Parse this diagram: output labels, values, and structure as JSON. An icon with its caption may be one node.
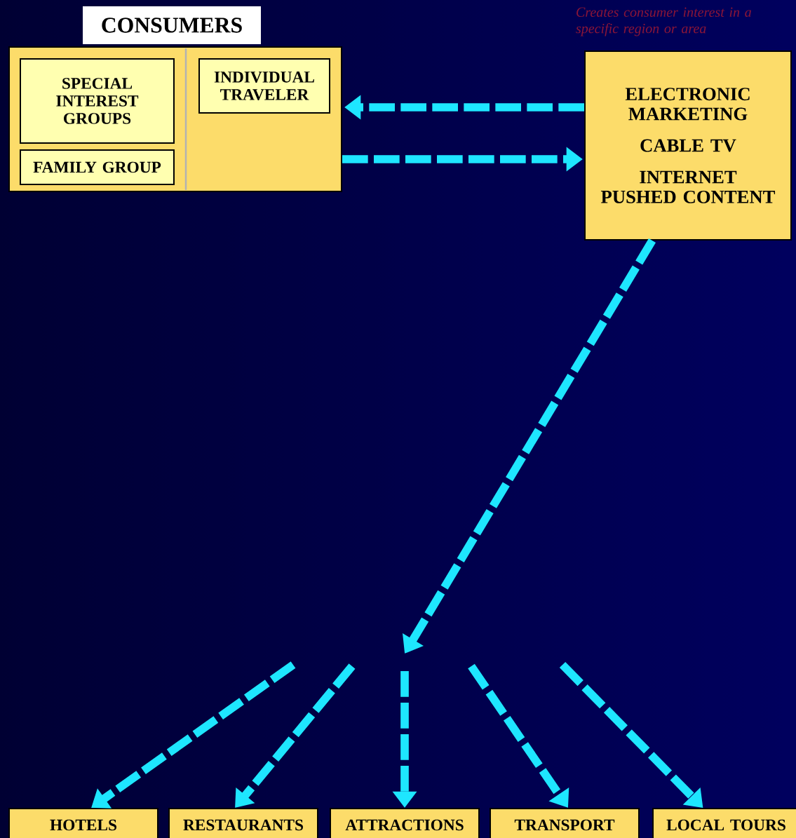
{
  "diagram": {
    "nodes": [
      {
        "text": [
          "CONSUMERS"
        ]
      },
      {
        "text": [
          "SPECIAL INTEREST GROUPS"
        ],
        "in": 0
      },
      {
        "text": [
          "FAMILY GROUP"
        ],
        "in": 0
      },
      {
        "text": [
          "INDIVIDUAL TRAVELER"
        ],
        "in": 0
      },
      {
        "text": [
          "ELECTRONIC MARKETING",
          "CABLE TV",
          "INTERNET PUSHED CONTENT"
        ],
        "beside": [
          "Creates consumer interest in a specific region or area"
        ]
      },
      {
        "text": [
          "HOTELS"
        ]
      },
      {
        "text": [
          "RESTAURANTS"
        ]
      },
      {
        "text": [
          "ATTRACTIONS"
        ]
      },
      {
        "text": [
          "TRANSPORT"
        ]
      },
      {
        "text": [
          "LOCAL TOURS"
        ]
      }
    ],
    "edges": [
      {
        "from": 4,
        "to": 0,
        "arrow": "to",
        "style": "dashed"
      },
      {
        "from": 0,
        "to": 4,
        "arrow": "to",
        "style": "dashed"
      },
      {
        "from": 4,
        "to": null,
        "arrow": "to",
        "style": "dashed"
      },
      {
        "from": null,
        "to": 5,
        "arrow": "to",
        "style": "dashed"
      },
      {
        "from": null,
        "to": 6,
        "arrow": "to",
        "style": "dashed"
      },
      {
        "from": null,
        "to": 7,
        "arrow": "to",
        "style": "dashed"
      },
      {
        "from": null,
        "to": 8,
        "arrow": "to",
        "style": "dashed"
      },
      {
        "from": null,
        "to": 9,
        "arrow": "to",
        "style": "dashed"
      }
    ]
  }
}
